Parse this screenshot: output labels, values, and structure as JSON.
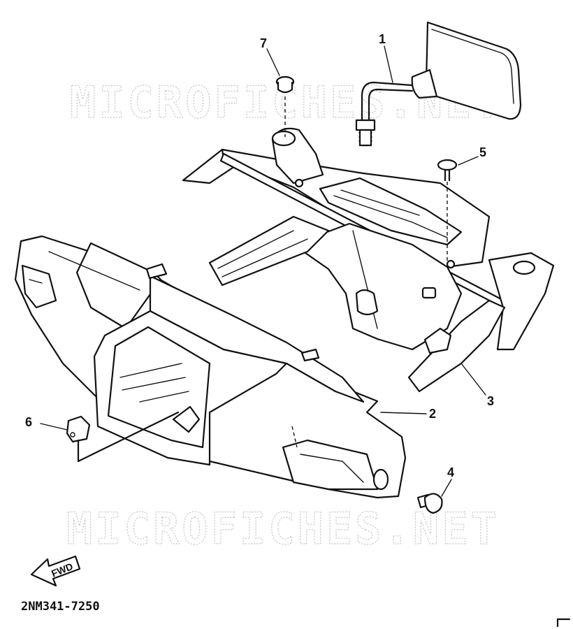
{
  "watermark": {
    "text": "MICROFICHES.NET"
  },
  "diagram_code": "2NM341-7250",
  "direction_label": "FWD",
  "callouts": {
    "c1": "1",
    "c2": "2",
    "c3": "3",
    "c4": "4",
    "c5": "5",
    "c6": "6",
    "c7": "7"
  },
  "icons": {
    "direction": "fwd-arrow-icon",
    "page_mark": "corner-mark-icon"
  }
}
